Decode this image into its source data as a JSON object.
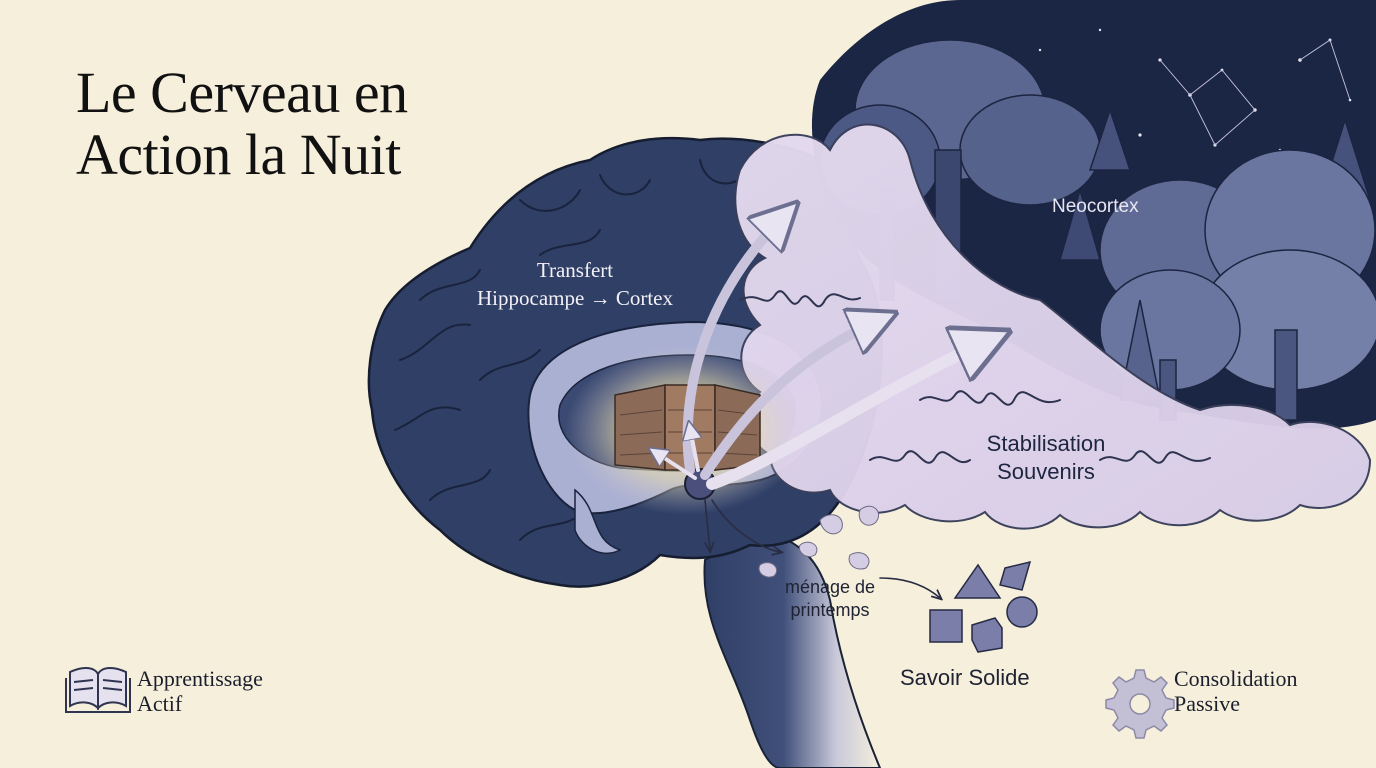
{
  "title": {
    "line1": "Le Cerveau en",
    "line2": "Action la Nuit"
  },
  "labels": {
    "transfer_line1": "Transfert",
    "transfer_line2": "Hippocampe → Cortex",
    "neocortex": "Neocortex",
    "stabilisation_line1": "Stabilisation",
    "stabilisation_line2": "Souvenirs",
    "menage_line1": "ménage de",
    "menage_line2": "printemps",
    "savoir": "Savoir Solide"
  },
  "legend": {
    "active": {
      "icon": "open-book-icon",
      "line1": "Apprentissage",
      "line2": "Actif"
    },
    "passive": {
      "icon": "gear-icon",
      "line1": "Consolidation",
      "line2": "Passive"
    }
  },
  "colors": {
    "background": "#f5efdc",
    "brain": "#2f3f66",
    "brain_light": "#aab0d2",
    "cloud": "#ddd3ea",
    "night_sky": "#1b2544",
    "glow": "#f4e2a6"
  }
}
